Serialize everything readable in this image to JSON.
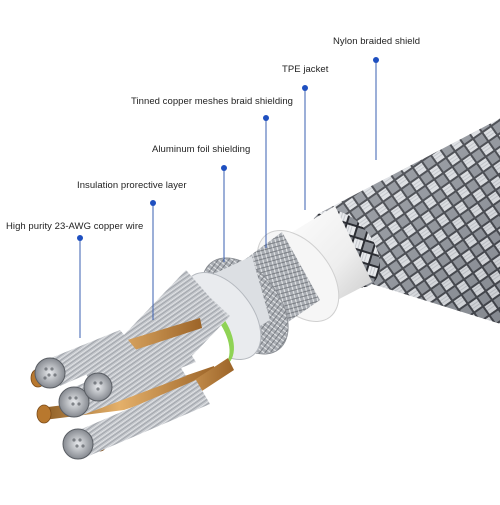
{
  "callouts": [
    {
      "id": "braid",
      "label": "Nylon braided shield"
    },
    {
      "id": "tpe",
      "label": "TPE jacket"
    },
    {
      "id": "tinned",
      "label": "Tinned copper meshes braid shielding"
    },
    {
      "id": "foil",
      "label": "Aluminum foil shielding"
    },
    {
      "id": "insulation",
      "label": "Insulation prorective layer"
    },
    {
      "id": "copper",
      "label": "High purity 23-AWG copper wire"
    }
  ],
  "colors": {
    "leader_line": "#3a5fb0",
    "leader_dot": "#1e4fc0",
    "braid_silver": "#cfd2d6",
    "braid_dark": "#2b2d33",
    "jacket_white": "#f4f4f4",
    "copper": "#c98b3c",
    "tinned": "#b8bcc2",
    "insulation_green": "#7fcf3a"
  }
}
